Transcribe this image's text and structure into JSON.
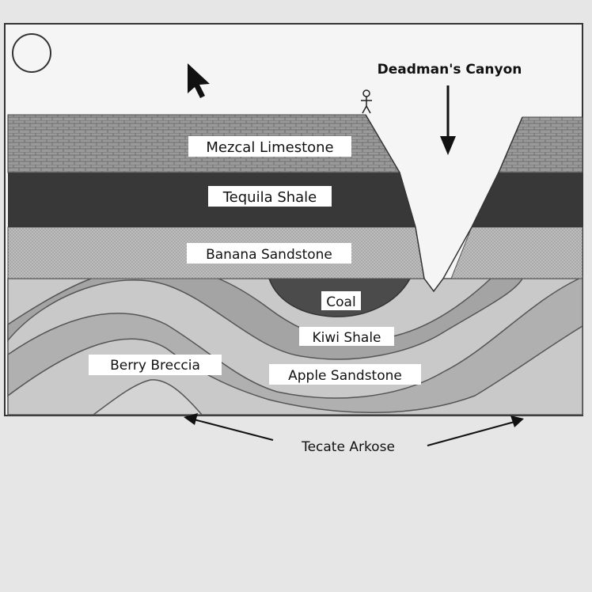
{
  "diagram": {
    "labels": {
      "canyon": "Deadman's Canyon",
      "mezcal": "Mezcal Limestone",
      "tequila": "Tequila Shale",
      "banana": "Banana Sandstone",
      "coal": "Coal",
      "kiwi": "Kiwi Shale",
      "apple": "Apple Sandstone",
      "berry": "Berry Breccia",
      "tecate": "Tecate Arkose"
    },
    "colors": {
      "sky": "#f4f4f4",
      "limestone": "#8e8e8e",
      "shale_dark": "#3a3a3a",
      "sandstone": "#b9b9b9",
      "folded_light": "#c7c7c7",
      "folded_mid": "#a9a9a9",
      "coal": "#4a4a4a",
      "breccia": "#d5d5d5"
    }
  }
}
